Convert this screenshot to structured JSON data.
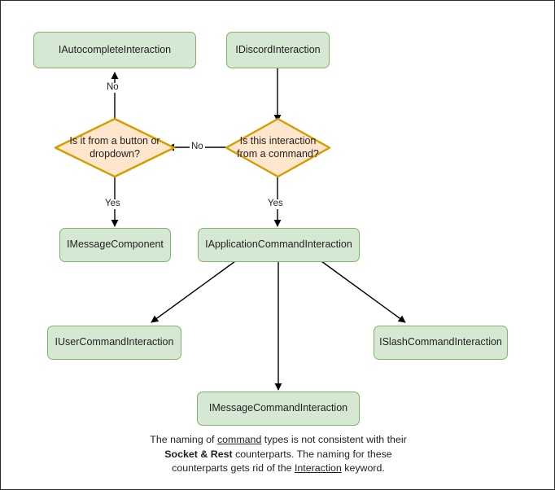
{
  "diagram": {
    "title": "Discord Interaction type hierarchy flowchart",
    "colors": {
      "node_fill": "#d5e8d4",
      "node_border": "#82b366",
      "decision_fill": "#ffe6cc",
      "decision_border": "#d79b00",
      "edge": "#000000",
      "frame_border": "#2b2b2b",
      "background": "#ffffff"
    },
    "nodes": [
      {
        "id": "autocomplete",
        "type": "box",
        "label": "IAutocompleteInteraction"
      },
      {
        "id": "discord",
        "type": "box",
        "label": "IDiscordInteraction"
      },
      {
        "id": "decision_button",
        "type": "decision",
        "label": "Is it from a button or dropdown?"
      },
      {
        "id": "decision_command",
        "type": "decision",
        "label": "Is this interaction from a command?"
      },
      {
        "id": "messagecomponent",
        "type": "box",
        "label": "IMessageComponent"
      },
      {
        "id": "appcommand",
        "type": "box",
        "label": "IApplicationCommandInteraction"
      },
      {
        "id": "usercommand",
        "type": "box",
        "label": "IUserCommandInteraction"
      },
      {
        "id": "slashcommand",
        "type": "box",
        "label": "ISlashCommandInteraction"
      },
      {
        "id": "messagecommand",
        "type": "box",
        "label": "IMessageCommandInteraction"
      }
    ],
    "edges": [
      {
        "from": "decision_button",
        "to": "autocomplete",
        "label": "No"
      },
      {
        "from": "discord",
        "to": "decision_command",
        "label": ""
      },
      {
        "from": "decision_command",
        "to": "decision_button",
        "label": "No"
      },
      {
        "from": "decision_button",
        "to": "messagecomponent",
        "label": "Yes"
      },
      {
        "from": "decision_command",
        "to": "appcommand",
        "label": "Yes"
      },
      {
        "from": "appcommand",
        "to": "usercommand",
        "label": ""
      },
      {
        "from": "appcommand",
        "to": "messagecommand",
        "label": ""
      },
      {
        "from": "appcommand",
        "to": "slashcommand",
        "label": ""
      }
    ],
    "edge_labels": {
      "no_up": "No",
      "no_left": "No",
      "yes_left": "Yes",
      "yes_right": "Yes"
    },
    "footnote": {
      "line1_part1": "The naming of ",
      "line1_underline": "command",
      "line1_part2": " types is not consistent with their",
      "line2_bold": "Socket & Rest",
      "line2_rest": " counterparts. The naming for these",
      "line3_part1": "counterparts gets rid of the ",
      "line3_underline": "Interaction",
      "line3_part2": " keyword."
    }
  }
}
